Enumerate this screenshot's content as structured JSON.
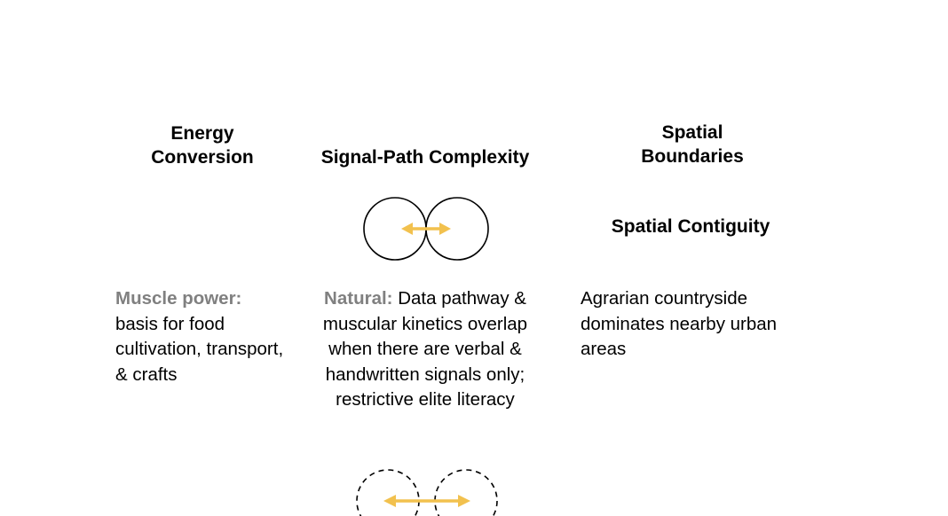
{
  "columns": {
    "energy": {
      "heading": "Energy\nConversion",
      "lead": "Muscle power:",
      "text": "basis for food cultivation, transport, & crafts"
    },
    "signal": {
      "heading": "Signal-Path Complexity",
      "lead": "Natural:",
      "text": "Data pathway & muscular kinetics overlap when there are verbal & handwritten signals only; restrictive elite literacy"
    },
    "spatial": {
      "heading": "Spatial\nBoundaries",
      "subheading": "Spatial Contiguity",
      "text": "Agrarian countryside dominates nearby urban areas"
    }
  },
  "icons": {
    "solid": "overlapping-circles-icon",
    "dashed": "dashed-circles-icon"
  },
  "colors": {
    "arrow": "#f2c14e",
    "muted": "#808080",
    "text": "#000000"
  }
}
